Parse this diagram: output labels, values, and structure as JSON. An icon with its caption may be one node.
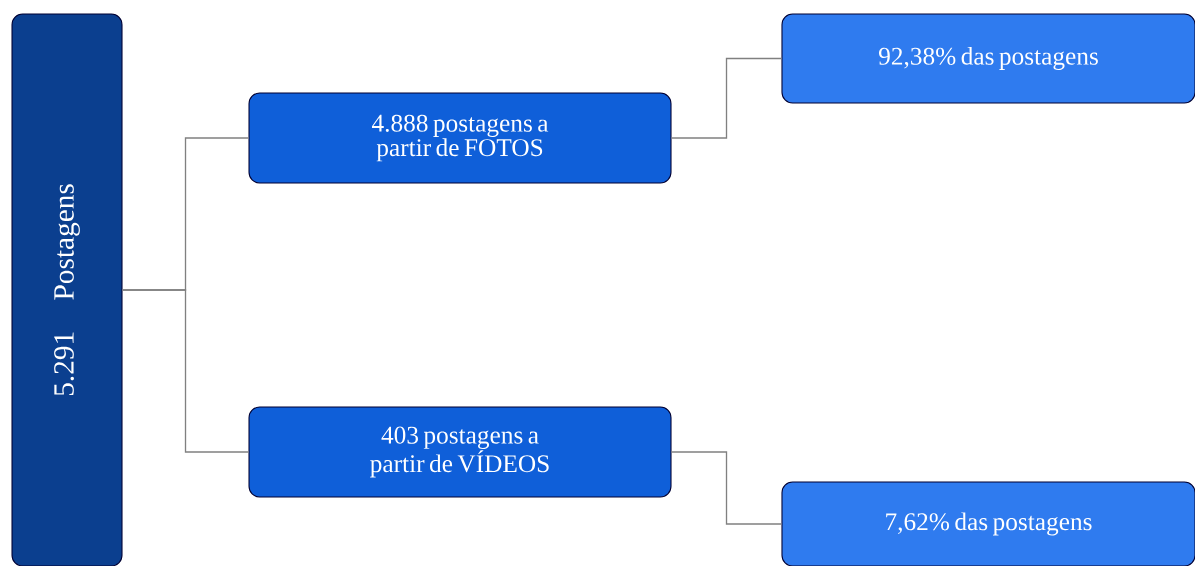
{
  "diagram": {
    "nodes": [
      {
        "text": [
          "5.291 Postagens"
        ]
      },
      {
        "text": [
          "4.888 postagens a partir de FOTOS"
        ]
      },
      {
        "text": [
          "403 postagens a partir de VÍDEOS"
        ]
      },
      {
        "text": [
          "92,38% das postagens"
        ]
      },
      {
        "text": [
          "7,62% das postagens"
        ]
      }
    ],
    "edges": [
      {
        "from": 0,
        "to": 1,
        "arrow": "none"
      },
      {
        "from": 0,
        "to": 2,
        "arrow": "none"
      },
      {
        "from": 1,
        "to": 3,
        "arrow": "none"
      },
      {
        "from": 2,
        "to": 4,
        "arrow": "none"
      }
    ]
  }
}
